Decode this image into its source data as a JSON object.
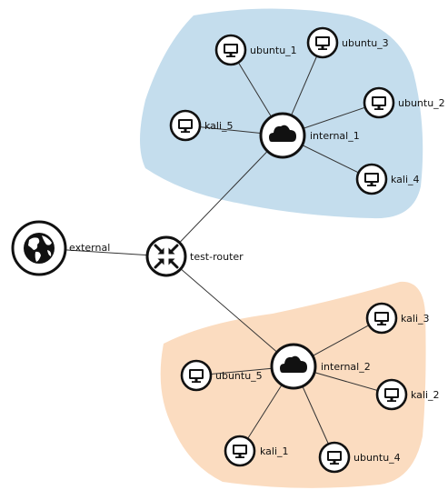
{
  "colors": {
    "internal_1_region": "#c4dded",
    "internal_2_region": "#fbdcc0",
    "node_stroke": "#111111",
    "edge": "#333333"
  },
  "nodes": [
    {
      "id": "external",
      "label": "external",
      "icon": "globe-icon"
    },
    {
      "id": "test-router",
      "label": "test-router",
      "icon": "router-icon"
    },
    {
      "id": "internal_1",
      "label": "internal_1",
      "icon": "cloud-icon"
    },
    {
      "id": "internal_2",
      "label": "internal_2",
      "icon": "cloud-icon"
    },
    {
      "id": "ubuntu_1",
      "label": "ubuntu_1",
      "icon": "monitor-icon"
    },
    {
      "id": "ubuntu_3",
      "label": "ubuntu_3",
      "icon": "monitor-icon"
    },
    {
      "id": "ubuntu_2",
      "label": "ubuntu_2",
      "icon": "monitor-icon"
    },
    {
      "id": "kali_5",
      "label": "kali_5",
      "icon": "monitor-icon"
    },
    {
      "id": "kali_4",
      "label": "kali_4",
      "icon": "monitor-icon"
    },
    {
      "id": "kali_3",
      "label": "kali_3",
      "icon": "monitor-icon"
    },
    {
      "id": "ubuntu_5",
      "label": "ubuntu_5",
      "icon": "monitor-icon"
    },
    {
      "id": "kali_2",
      "label": "kali_2",
      "icon": "monitor-icon"
    },
    {
      "id": "kali_1",
      "label": "kali_1",
      "icon": "monitor-icon"
    },
    {
      "id": "ubuntu_4",
      "label": "ubuntu_4",
      "icon": "monitor-icon"
    }
  ],
  "edges": [
    [
      "external",
      "test-router"
    ],
    [
      "test-router",
      "internal_1"
    ],
    [
      "test-router",
      "internal_2"
    ],
    [
      "internal_1",
      "ubuntu_1"
    ],
    [
      "internal_1",
      "ubuntu_3"
    ],
    [
      "internal_1",
      "ubuntu_2"
    ],
    [
      "internal_1",
      "kali_5"
    ],
    [
      "internal_1",
      "kali_4"
    ],
    [
      "internal_2",
      "kali_3"
    ],
    [
      "internal_2",
      "ubuntu_5"
    ],
    [
      "internal_2",
      "kali_2"
    ],
    [
      "internal_2",
      "kali_1"
    ],
    [
      "internal_2",
      "ubuntu_4"
    ]
  ]
}
